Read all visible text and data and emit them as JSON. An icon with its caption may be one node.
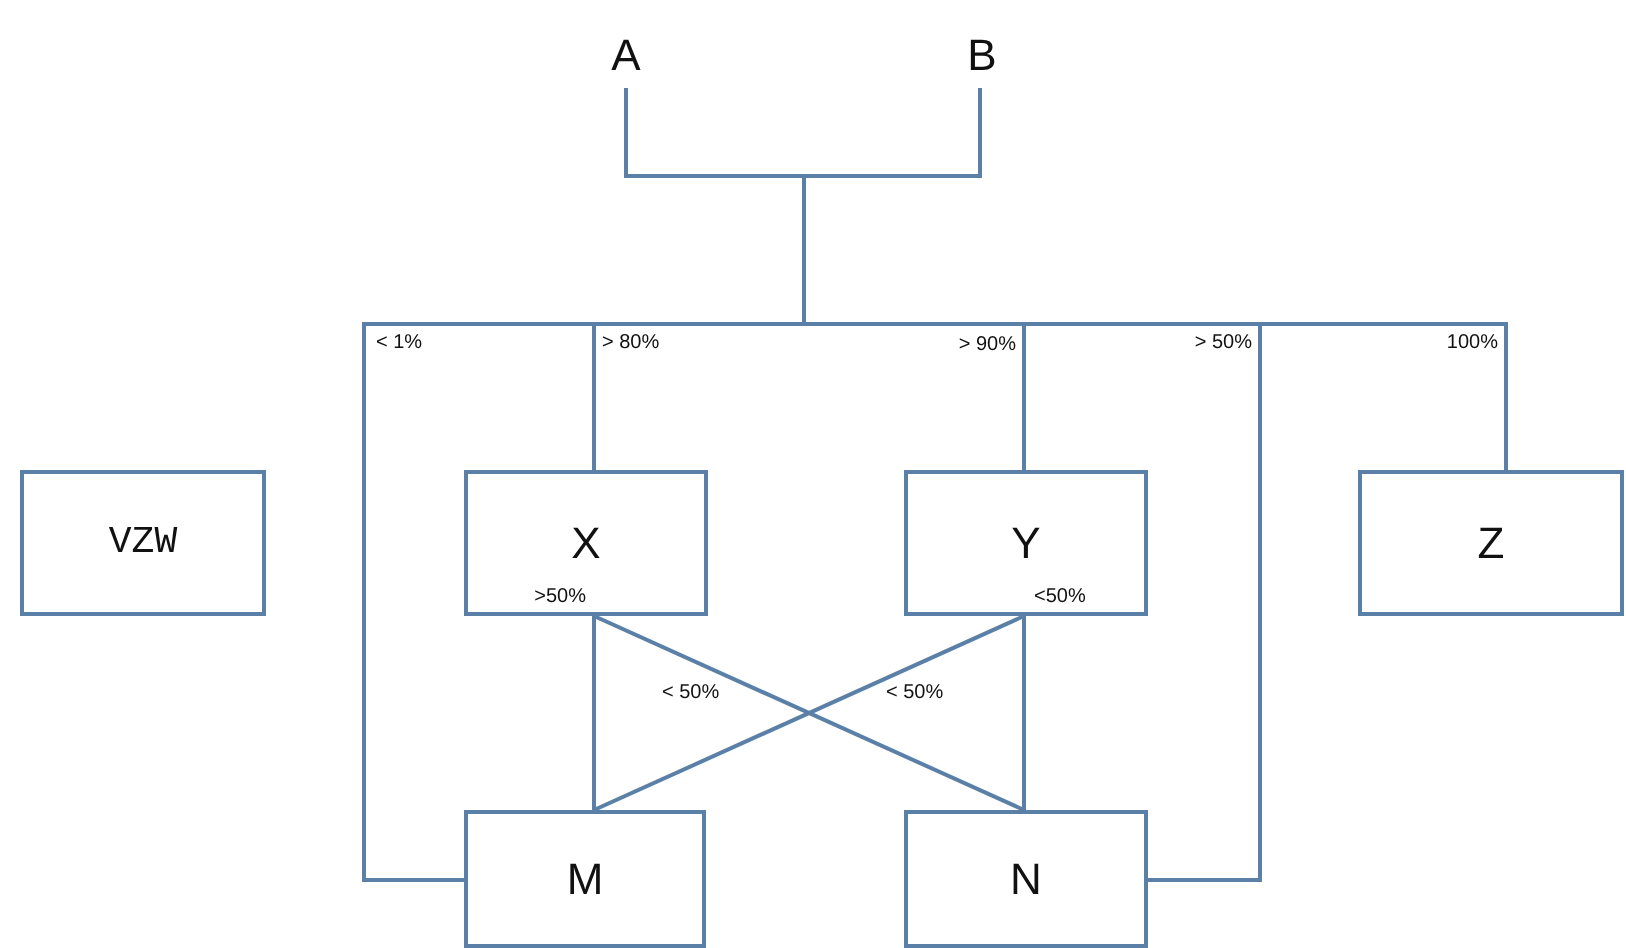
{
  "diagram": {
    "nodes": [
      {
        "text": [
          "A"
        ]
      },
      {
        "text": [
          "B"
        ]
      },
      {
        "text": [
          "VZW"
        ]
      },
      {
        "text": [
          "X"
        ]
      },
      {
        "text": [
          "Y"
        ]
      },
      {
        "text": [
          "Z"
        ]
      },
      {
        "text": [
          "M"
        ]
      },
      {
        "text": [
          "N"
        ]
      }
    ],
    "edges": [
      {
        "from": 0,
        "to": 6,
        "arrow": "none",
        "label": "< 1%"
      },
      {
        "from": 0,
        "to": 3,
        "arrow": "none",
        "label": "> 80%"
      },
      {
        "from": 0,
        "to": 4,
        "arrow": "none",
        "label": "> 90%"
      },
      {
        "from": 0,
        "to": 7,
        "arrow": "none",
        "label": "> 50%"
      },
      {
        "from": 0,
        "to": 5,
        "arrow": "none",
        "label": "100%"
      },
      {
        "from": 1,
        "to": 6,
        "arrow": "none"
      },
      {
        "from": 1,
        "to": 3,
        "arrow": "none"
      },
      {
        "from": 1,
        "to": 4,
        "arrow": "none"
      },
      {
        "from": 1,
        "to": 7,
        "arrow": "none"
      },
      {
        "from": 1,
        "to": 5,
        "arrow": "none"
      },
      {
        "from": 3,
        "to": 6,
        "arrow": "none",
        "label": ">50%"
      },
      {
        "from": 3,
        "to": 7,
        "arrow": "none",
        "label": "< 50%"
      },
      {
        "from": 4,
        "to": 6,
        "arrow": "none",
        "label": "< 50%"
      },
      {
        "from": 4,
        "to": 7,
        "arrow": "none",
        "label": "<50%"
      }
    ]
  }
}
